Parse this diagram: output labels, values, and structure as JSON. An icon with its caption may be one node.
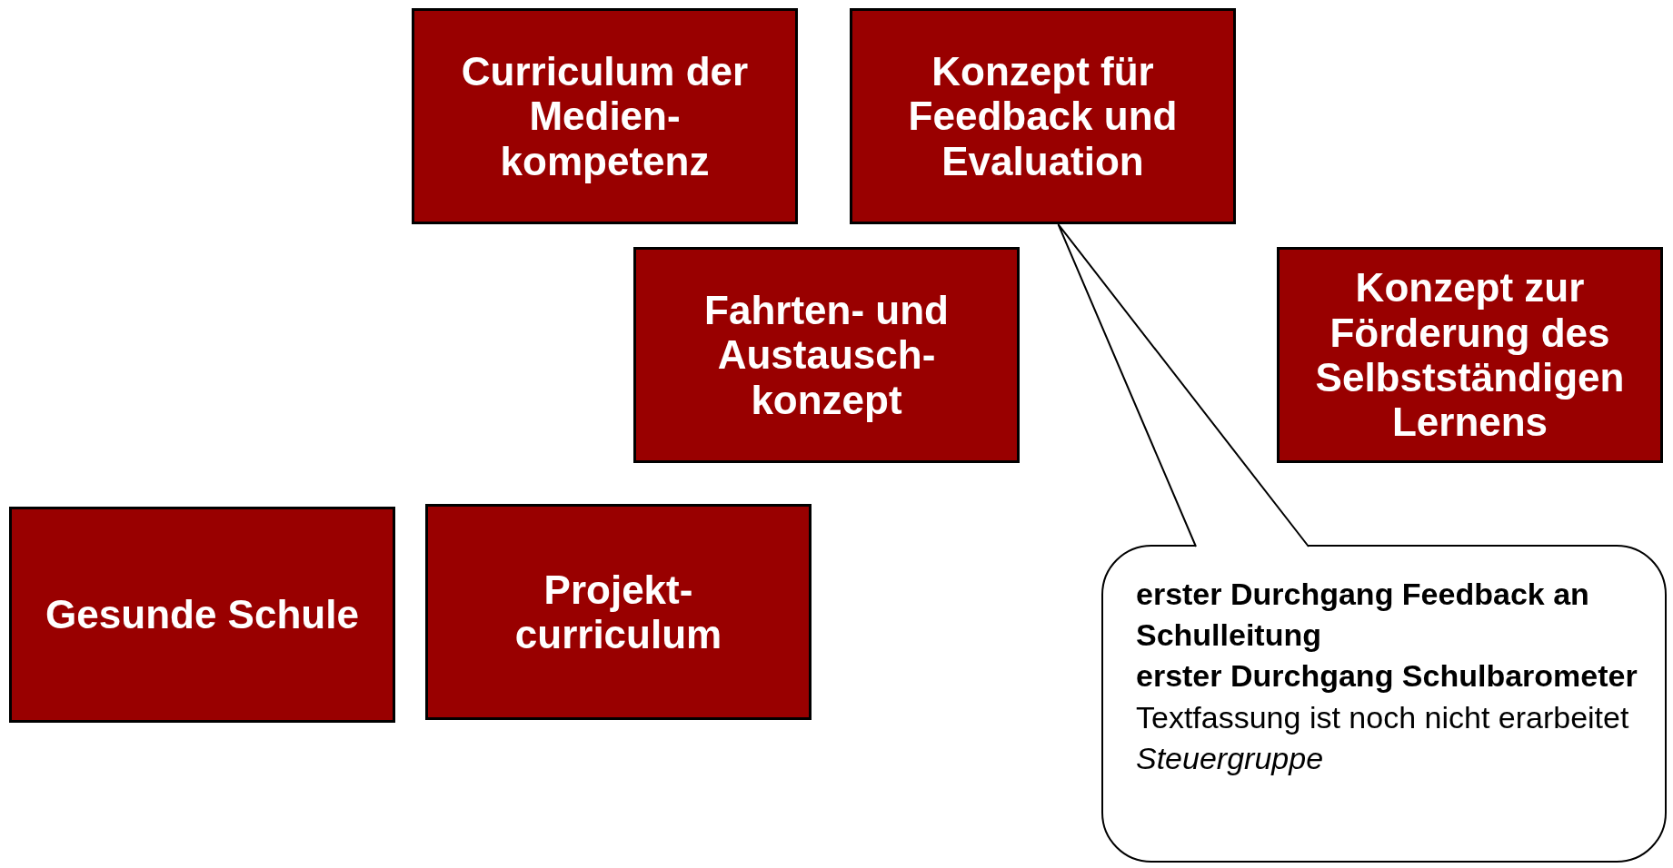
{
  "diagram": {
    "nodes": [
      {
        "text": [
          "Curriculum der Medien- kompetenz"
        ]
      },
      {
        "text": [
          "Konzept für Feedback und Evaluation"
        ]
      },
      {
        "text": [
          "Fahrten- und Austausch- konzept"
        ]
      },
      {
        "text": [
          "Konzept zur Förderung des Selbstständigen Lernens"
        ]
      },
      {
        "text": [
          "Gesunde Schule"
        ]
      },
      {
        "text": [
          "Projekt- curriculum"
        ]
      },
      {
        "text": [
          "erster Durchgang Feedback an Schulleitung",
          "erster Durchgang Schulbarometer",
          "Textfassung ist noch nicht erarbeitet",
          "Steuergruppe"
        ]
      }
    ],
    "edges": [
      {
        "from": 6,
        "to": 1,
        "arrow": "none"
      }
    ]
  }
}
